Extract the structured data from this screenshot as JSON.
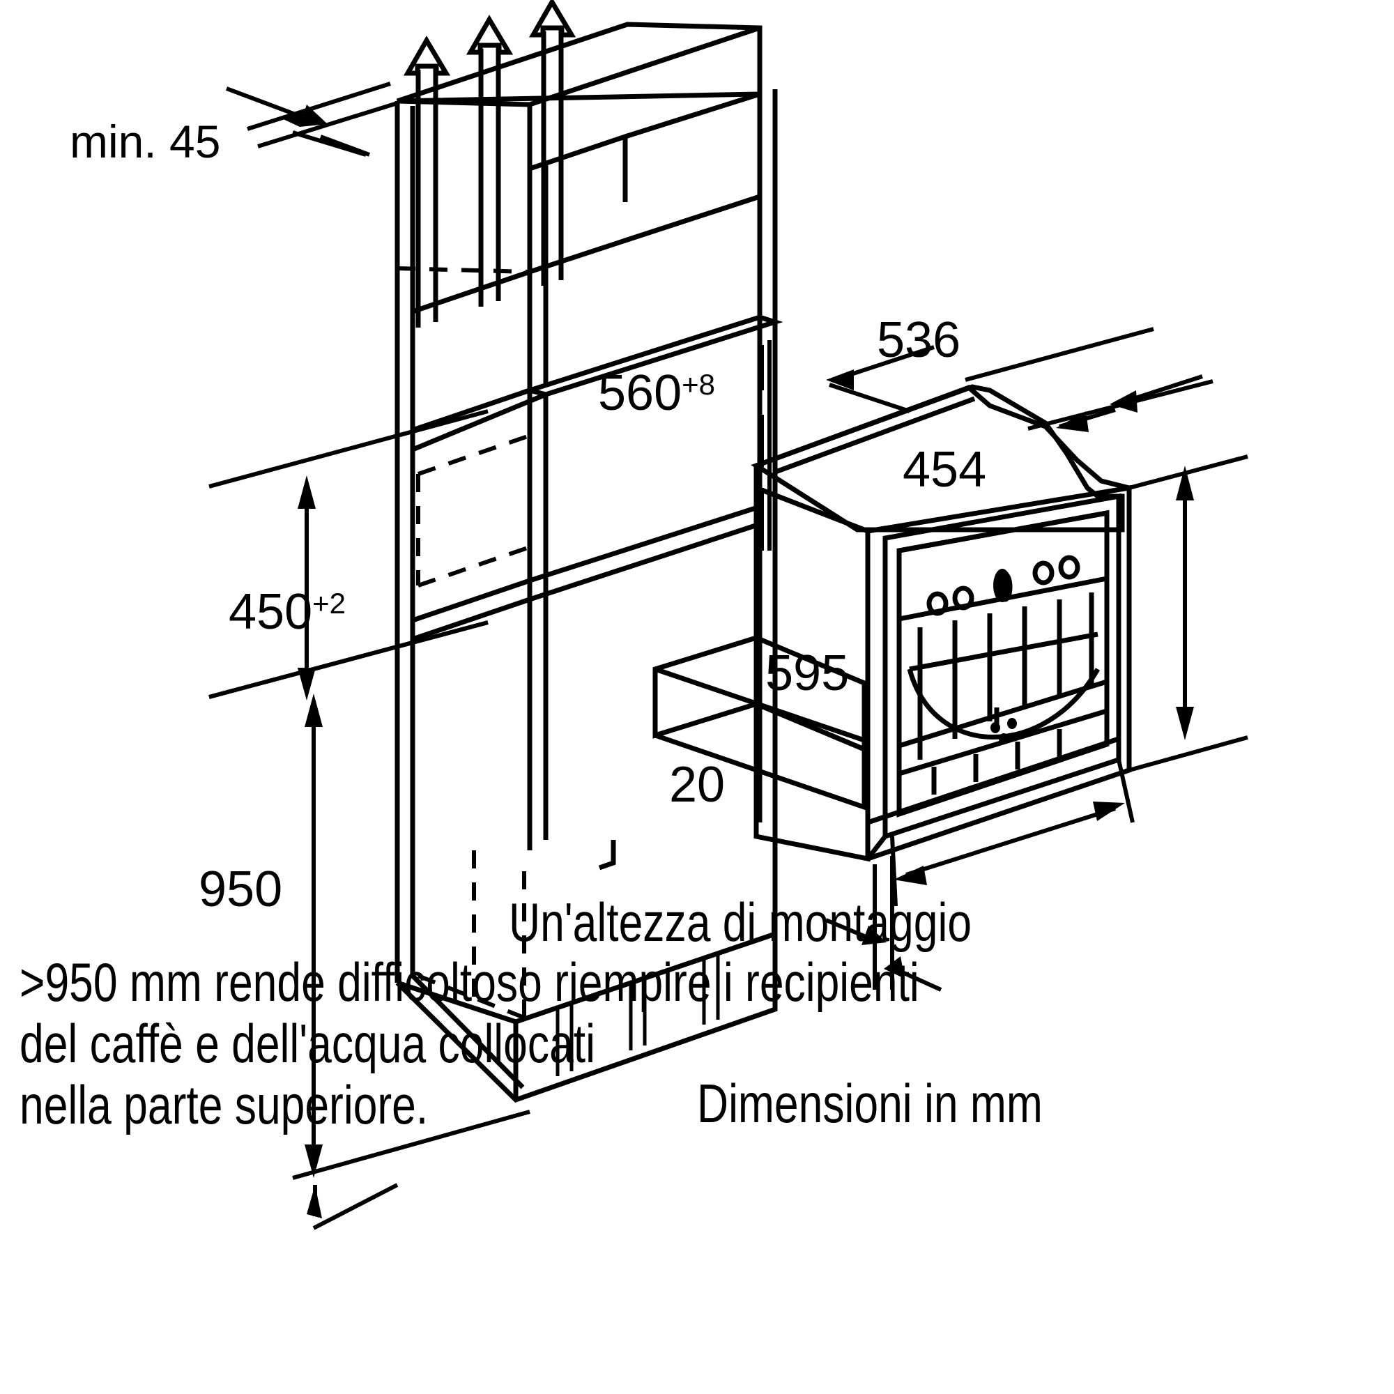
{
  "document": {
    "type": "installation-dimension-drawing",
    "language": "it",
    "units_note": "Dimensioni in mm",
    "background_color": "#ffffff",
    "line_color": "#000000"
  },
  "dimensions": {
    "min_gap": {
      "label": "min. 45",
      "value": 45,
      "prefix": "min.",
      "unit": "mm",
      "describes": "minimum rear ventilation gap"
    },
    "niche_width": {
      "label": "560",
      "value": 560,
      "tolerance": "+8",
      "unit": "mm",
      "describes": "cabinet niche width"
    },
    "niche_height": {
      "label": "450",
      "value": 450,
      "tolerance": "+2",
      "unit": "mm",
      "describes": "cabinet niche height"
    },
    "mounting_height": {
      "label": "950",
      "value": 950,
      "unit": "mm",
      "describes": "recommended installation height from floor"
    },
    "appliance_depth": {
      "label": "536",
      "value": 536,
      "unit": "mm",
      "describes": "appliance body depth"
    },
    "appliance_height": {
      "label": "454",
      "value": 454,
      "unit": "mm",
      "describes": "appliance height"
    },
    "appliance_width": {
      "label": "595",
      "value": 595,
      "unit": "mm",
      "describes": "appliance front width"
    },
    "front_overhang": {
      "label": "20",
      "value": 20,
      "unit": "mm",
      "describes": "front panel projection"
    }
  },
  "notes": {
    "warning_lines": [
      ">950 mm rende difficoltoso riempire i recipienti",
      "del caffè e dell'acqua collocati",
      "nella parte superiore."
    ],
    "warning_lead": "Un'altezza di montaggio",
    "warning_full": "Un'altezza di montaggio >950 mm rende difficoltoso riempire i recipienti del caffè e dell'acqua collocati nella parte superiore.",
    "units": "Dimensioni in mm"
  },
  "appliance": {
    "name": "built-in-coffee-machine",
    "controls": [
      "knob-left-small",
      "knob-left-small-2",
      "rotary-selector",
      "knob-right-small",
      "knob-right-small-2"
    ],
    "features": [
      "drip-tray",
      "cup-platform",
      "drawer-open"
    ]
  },
  "cabinet": {
    "name": "tall-kitchen-cabinet",
    "features": [
      "ventilation-airflow-arrows",
      "upper-shelf",
      "niche-opening",
      "plinth-base"
    ],
    "airflow_arrow_count": 3
  }
}
